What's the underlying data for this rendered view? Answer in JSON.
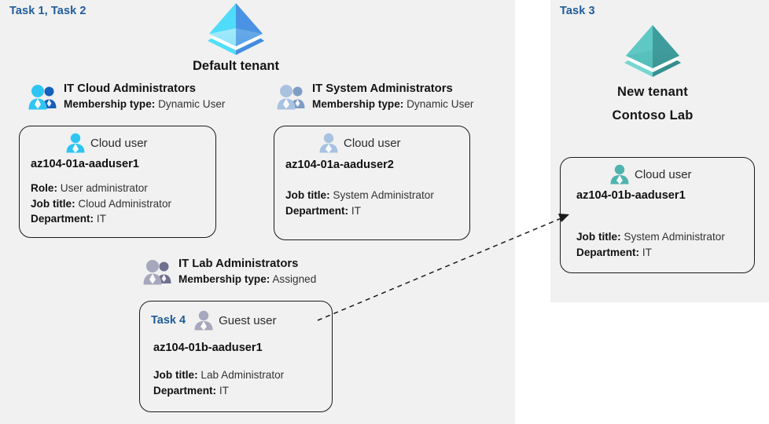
{
  "panels": {
    "left": {
      "task_label": "Task 1, Task 2"
    },
    "right": {
      "task_label": "Task 3"
    }
  },
  "tenants": {
    "default": {
      "name": "Default tenant",
      "logo": "azure-ad-tenant-logo",
      "logo_colors": {
        "left_face": "#4FD8F7",
        "right_face": "#4A90E2",
        "base_left": "#3FD3F3",
        "base_right": "#3D86D8"
      }
    },
    "new": {
      "name_line1": "New  tenant",
      "name_line2": "Contoso Lab",
      "logo": "azure-ad-tenant-logo",
      "logo_colors": {
        "left_face": "#55C3C0",
        "right_face": "#3E9B9B",
        "base_left": "#6ECFCB",
        "base_right": "#379190"
      }
    }
  },
  "groups": [
    {
      "id": "it-cloud-administrators",
      "title": "IT Cloud Administrators",
      "meta_label": "Membership type:",
      "meta_value": "Dynamic User",
      "icon": "group-users-icon",
      "icon_color": "#1FBCEF"
    },
    {
      "id": "it-system-administrators",
      "title": "IT System Administrators",
      "meta_label": "Membership type:",
      "meta_value": "Dynamic User",
      "icon": "group-users-icon",
      "icon_color": "#9CB8DB"
    },
    {
      "id": "it-lab-administrators",
      "title": "IT Lab Administrators",
      "meta_label": "Membership type:",
      "meta_value": "Assigned",
      "icon": "group-users-icon",
      "icon_color": "#9B9BB5"
    }
  ],
  "users": [
    {
      "id": "az104-01a-aaduser1",
      "kind": "Cloud user",
      "name": "az104-01a-aaduser1",
      "icon": "cloud-user-icon",
      "icon_color": "#1FBCEF",
      "attrs": [
        {
          "label": "Role:",
          "value": "User administrator"
        },
        {
          "label": "Job title:",
          "value": "Cloud Administrator"
        },
        {
          "label": "Department:",
          "value": "IT"
        }
      ]
    },
    {
      "id": "az104-01a-aaduser2",
      "kind": "Cloud user",
      "name": "az104-01a-aaduser2",
      "icon": "cloud-user-icon",
      "icon_color": "#9CB8DB",
      "attrs": [
        {
          "label": "Job title:",
          "value": "System Administrator"
        },
        {
          "label": "Department:",
          "value": "IT"
        }
      ]
    },
    {
      "id": "az104-01b-aaduser1-new-tenant",
      "kind": "Cloud user",
      "name": "az104-01b-aaduser1",
      "icon": "cloud-user-icon",
      "icon_color": "#4FB3AE",
      "attrs": [
        {
          "label": "Job title:",
          "value": "System Administrator"
        },
        {
          "label": "Department:",
          "value": "IT"
        }
      ]
    },
    {
      "id": "az104-01b-aaduser1-guest",
      "task_label": "Task 4",
      "kind": "Guest user",
      "name": "az104-01b-aaduser1",
      "icon": "guest-user-icon",
      "icon_color": "#9B9BB5",
      "attrs": [
        {
          "label": "Job title:",
          "value": "Lab Administrator"
        },
        {
          "label": "Department:",
          "value": "IT"
        }
      ]
    }
  ],
  "connector": {
    "name": "guest-to-new-tenant-arrow",
    "style": "dashed",
    "color": "#1b1b1b"
  },
  "colors": {
    "panel_background": "#f1f1f1",
    "page_background": "#ffffff",
    "task_accent": "#1f5c99",
    "card_border": "#1b1b1b",
    "body_text": "#333333",
    "heading_text": "#141414"
  }
}
